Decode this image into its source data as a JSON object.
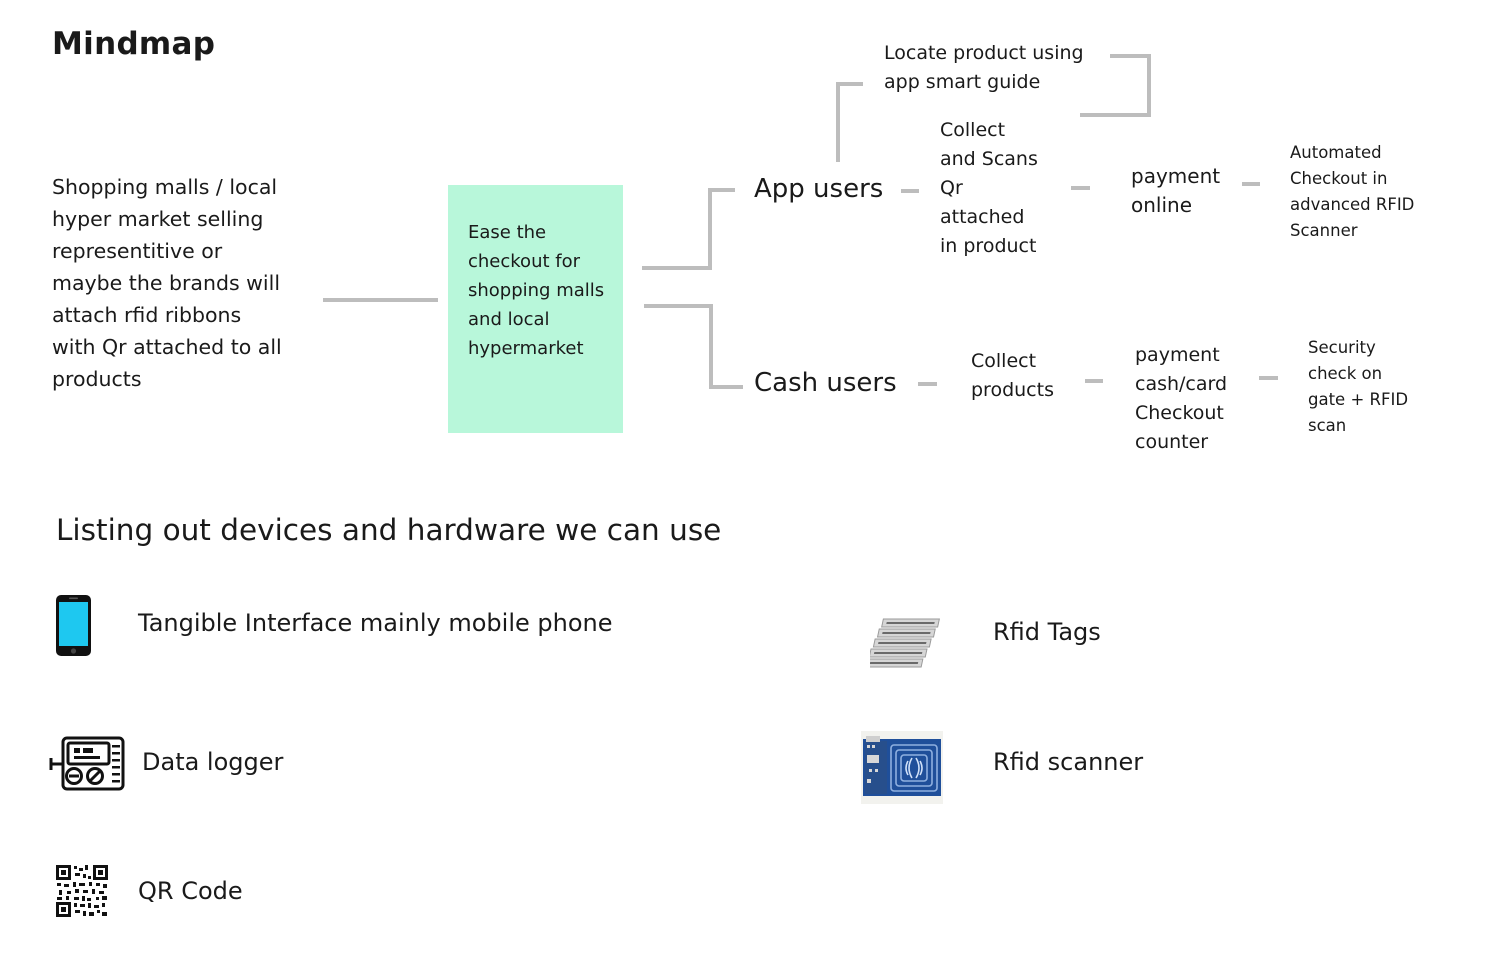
{
  "title": "Mindmap",
  "source_text": "Shopping malls / local\nhyper market selling\nrepresentitive or\nmaybe the brands will\nattach rfid ribbons\nwith Qr attached to all\nproducts",
  "central_text": "Ease the\ncheckout for\nshopping malls\nand local\nhypermarket",
  "app_branch": {
    "label": "App users",
    "locate": "Locate product using\napp smart guide",
    "step1": "Collect\nand Scans\nQr\nattached\nin product",
    "step2": "payment\nonline",
    "step3": "Automated\nCheckout in\nadvanced RFID\nScanner"
  },
  "cash_branch": {
    "label": "Cash users",
    "step1": "Collect\nproducts",
    "step2": "payment\ncash/card\nCheckout\ncounter",
    "step3": "Security\ncheck on\ngate + RFID\nscan"
  },
  "devices_heading": "Listing out devices and hardware we can use",
  "devices": {
    "phone": {
      "label": "Tangible Interface mainly mobile phone",
      "icon": "mobile-phone-icon"
    },
    "logger": {
      "label": "Data logger",
      "icon": "data-logger-icon"
    },
    "qr": {
      "label": "QR Code",
      "icon": "qr-code-icon"
    },
    "tags": {
      "label": "Rfid Tags",
      "icon": "rfid-tags-image"
    },
    "scanner": {
      "label": "Rfid scanner",
      "icon": "rfid-scanner-image"
    }
  },
  "colors": {
    "central_box": "#b8f7da",
    "connector": "#bdbdbd",
    "phone_screen": "#1ec8f0",
    "scanner_board": "#1f4f9a"
  }
}
